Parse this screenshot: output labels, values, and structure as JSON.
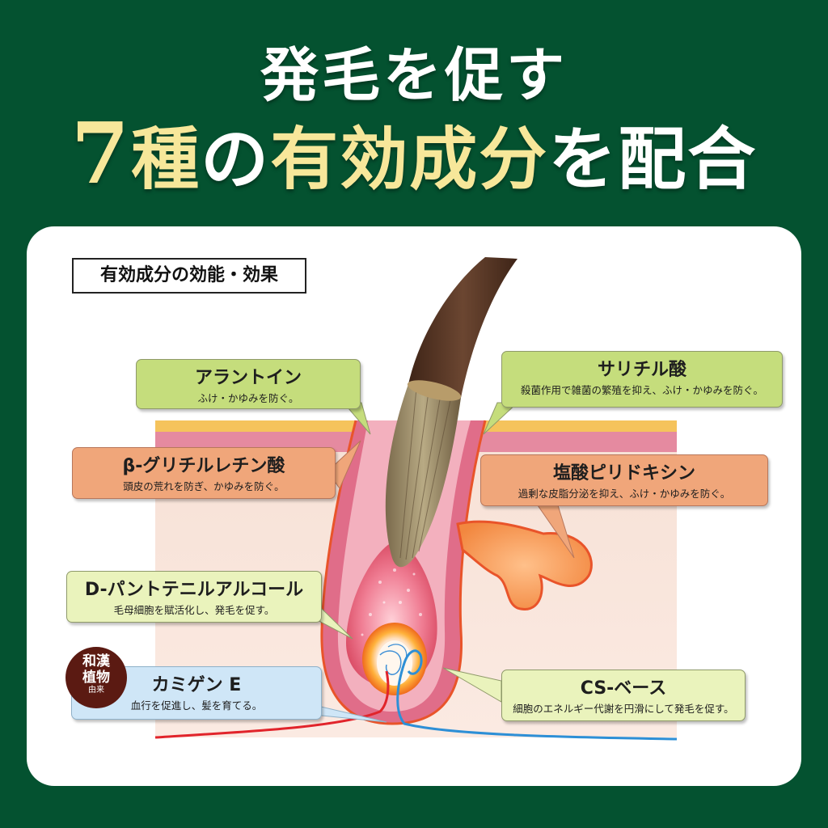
{
  "headline": {
    "line1": "発毛を促す",
    "line2_num": "7",
    "line2_a": "種",
    "line2_b": "の",
    "line2_c": "有効成分",
    "line2_d": "を配合"
  },
  "section_label": "有効成分の効能・効果",
  "ingredients": [
    {
      "name": "アラントイン",
      "desc": "ふけ・かゆみを防ぐ。"
    },
    {
      "name": "サリチル酸",
      "desc": "殺菌作用で雑菌の繁殖を抑え、ふけ・かゆみを防ぐ。"
    },
    {
      "name": "β-グリチルレチン酸",
      "desc": "頭皮の荒れを防ぎ、かゆみを防ぐ。"
    },
    {
      "name": "塩酸ピリドキシン",
      "desc": "過剰な皮脂分泌を抑え、ふけ・かゆみを防ぐ。"
    },
    {
      "name": "D-パントテニルアルコール",
      "desc": "毛母細胞を賦活化し、発毛を促す。"
    },
    {
      "name": "カミゲン E",
      "desc": "血行を促進し、髪を育てる。"
    },
    {
      "name": "CS-ベース",
      "desc": "細胞のエネルギー代謝を円滑にして発毛を促す。"
    }
  ],
  "badge": {
    "line1": "和漢",
    "line2": "植物",
    "line3": "由来"
  },
  "colors": {
    "background": "#045230",
    "title_yellow": "#f7e79a",
    "box_green": "#c5dd7c",
    "box_salmon": "#f0a67a",
    "box_blue": "#cfe6f7",
    "badge": "#5b1a12"
  }
}
